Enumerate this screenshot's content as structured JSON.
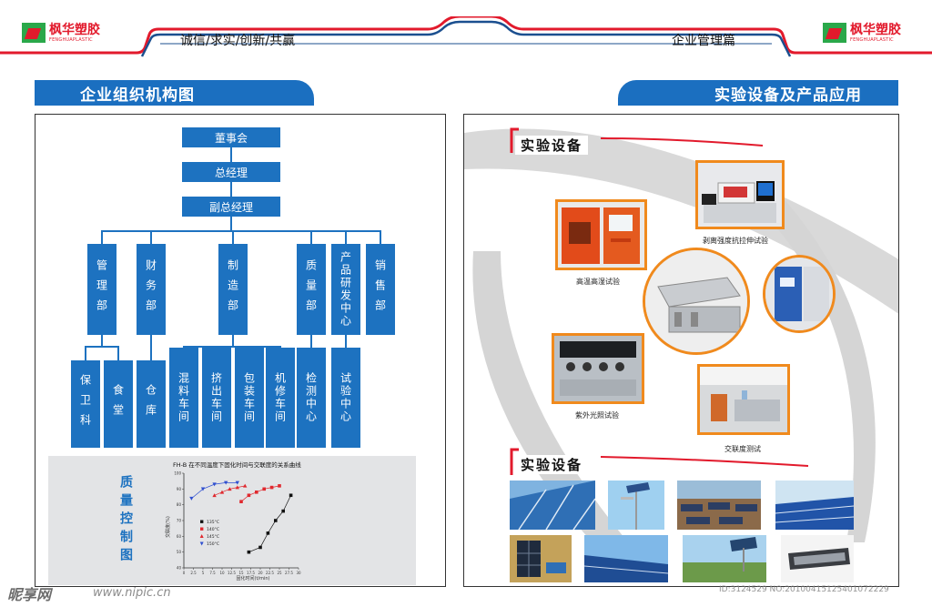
{
  "header": {
    "logo_cn": "枫华塑胶",
    "logo_en": "FENGHUAPLASTIC",
    "slogan": "诚信/求实/创新/共赢",
    "chapter": "企业管理篇",
    "accent_red": "#e21a2c",
    "accent_blue": "#1b6fc0"
  },
  "left_section": {
    "title": "企业组织机构图",
    "org": {
      "board": "董事会",
      "gm": "总经理",
      "deputy_gm": "副总经理",
      "departments": [
        "管理部",
        "财务部",
        "制造部",
        "质量部",
        "产品研发中心",
        "销售部"
      ],
      "sub_units": [
        "保卫科",
        "食堂",
        "仓库",
        "混料车间",
        "挤出车间",
        "包装车间",
        "机修车间",
        "检测中心",
        "试验中心"
      ]
    },
    "quality": {
      "title": "质量控制图",
      "chart_heading": "FH-B 在不同温度下固化时间与交联度的关系曲线",
      "legend": [
        "135°C",
        "140°C",
        "145°C",
        "150°C"
      ],
      "xlabel": "固化时间(t/min)",
      "ylabel": "交联度(%)"
    }
  },
  "right_section": {
    "title": "实验设备及产品应用",
    "equipment_title": "实验设备",
    "application_title": "实验设备",
    "captions": {
      "peel": "剥离强度抗拉伸试验",
      "hightemp": "高温高湿试验",
      "uv": "紫外光照试验",
      "crosslink": "交联度测试"
    }
  },
  "chart_data": {
    "type": "scatter",
    "title": "FH-B 在不同温度下固化时间与交联度的关系曲线",
    "xlabel": "固化时间(t/min)",
    "ylabel": "交联度(%)",
    "xlim": [
      0,
      30
    ],
    "ylim": [
      40,
      100
    ],
    "x_ticks": [
      0,
      2.5,
      5,
      7.5,
      10,
      12.5,
      15,
      17.5,
      20,
      22.5,
      25,
      27.5,
      30
    ],
    "series": [
      {
        "name": "135°C",
        "color": "#111111",
        "marker": "square",
        "x": [
          17,
          20,
          22,
          24,
          26,
          28
        ],
        "y": [
          50,
          53,
          62,
          70,
          76,
          86
        ]
      },
      {
        "name": "140°C",
        "color": "#e0282e",
        "marker": "square",
        "x": [
          15,
          17,
          19,
          21,
          23,
          25
        ],
        "y": [
          82,
          86,
          88,
          90,
          91,
          92
        ]
      },
      {
        "name": "145°C",
        "color": "#e0282e",
        "marker": "triangle",
        "x": [
          8,
          10,
          12,
          14,
          16
        ],
        "y": [
          86,
          88,
          90,
          91,
          92
        ]
      },
      {
        "name": "150°C",
        "color": "#2f4fd0",
        "marker": "triangle-down",
        "x": [
          2,
          5,
          8,
          11,
          14
        ],
        "y": [
          84,
          90,
          93,
          94,
          94
        ]
      }
    ]
  },
  "watermark": {
    "site": "昵享网",
    "url": "www.nipic.cn",
    "id": "ID:3124529 NO:20100415125401072229"
  }
}
